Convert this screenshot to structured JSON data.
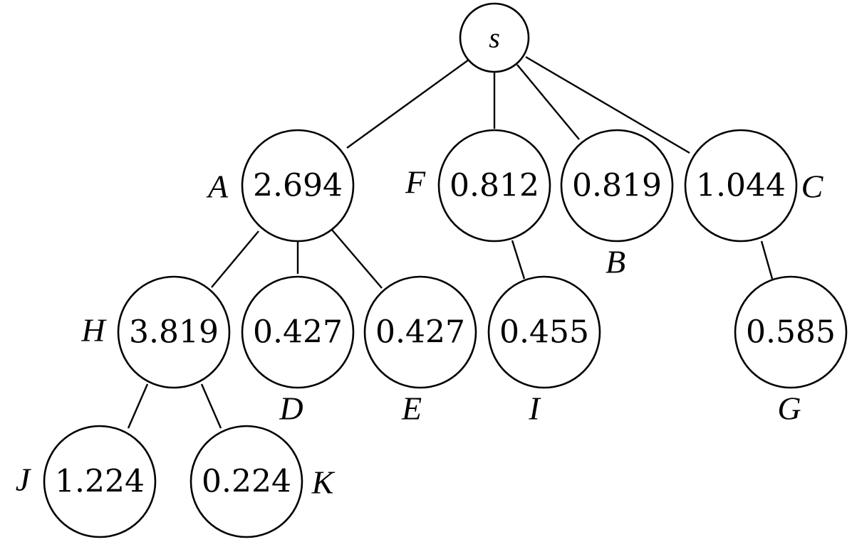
{
  "root": {
    "label": "s"
  },
  "nodes": [
    {
      "label": "A",
      "value": "2.694"
    },
    {
      "label": "F",
      "value": "0.812"
    },
    {
      "label": "B",
      "value": "0.819"
    },
    {
      "label": "C",
      "value": "1.044"
    },
    {
      "label": "H",
      "value": "3.819"
    },
    {
      "label": "D",
      "value": "0.427"
    },
    {
      "label": "E",
      "value": "0.427"
    },
    {
      "label": "I",
      "value": "0.455"
    },
    {
      "label": "G",
      "value": "0.585"
    },
    {
      "label": "J",
      "value": "1.224"
    },
    {
      "label": "K",
      "value": "0.224"
    }
  ],
  "edges": [
    [
      "s",
      "A"
    ],
    [
      "s",
      "F"
    ],
    [
      "s",
      "B"
    ],
    [
      "s",
      "C"
    ],
    [
      "A",
      "H"
    ],
    [
      "A",
      "D"
    ],
    [
      "A",
      "E"
    ],
    [
      "F",
      "I"
    ],
    [
      "C",
      "G"
    ],
    [
      "H",
      "J"
    ],
    [
      "H",
      "K"
    ]
  ]
}
